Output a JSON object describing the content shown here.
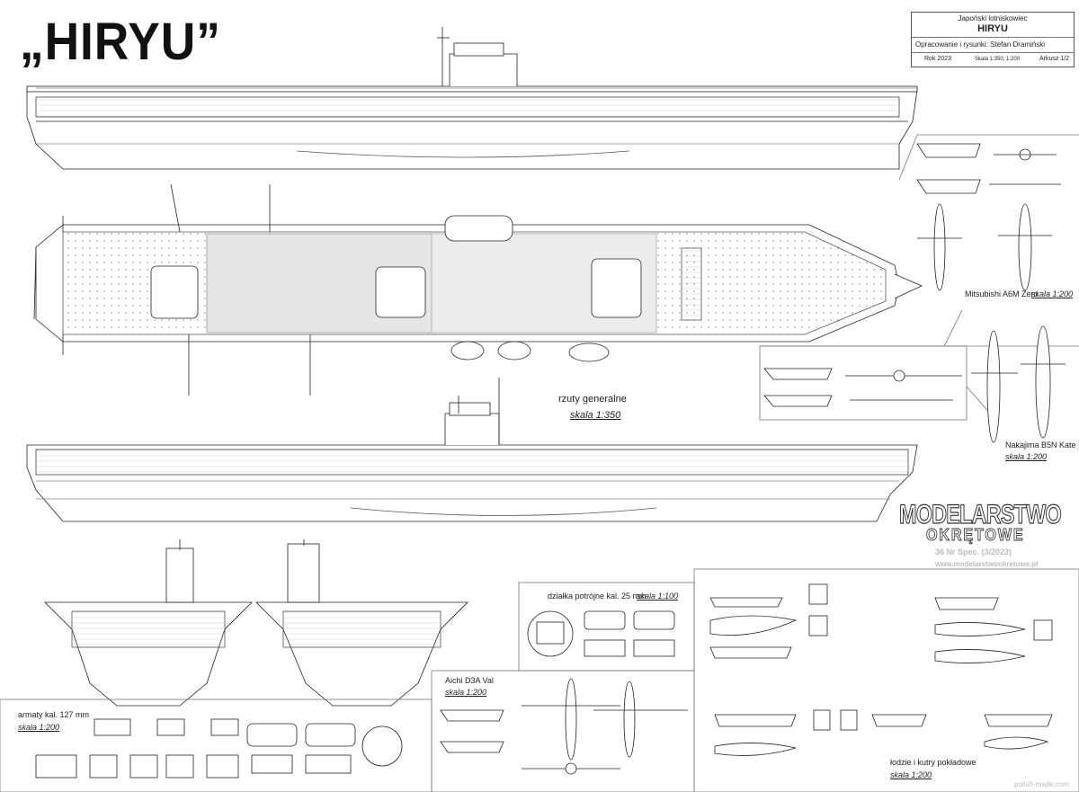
{
  "title": "„HIRYU”",
  "title_block": {
    "subtitle": "Japoński lotniskowiec",
    "ship": "HIRYU",
    "author": "Opracowanie i rysunki: Stefan Dramiński",
    "year": "Rok 2023",
    "scales": "Skala 1:350, 1:200",
    "sheet": "Arkusz 1/2"
  },
  "general": {
    "label": "rzuty generalne",
    "scale": "skala 1:350"
  },
  "zero": {
    "name": "Mitsubishi A6M Zero",
    "scale": "skala 1:200"
  },
  "kate": {
    "name": "Nakajima B5N Kate",
    "scale": "skala 1:200"
  },
  "val": {
    "name": "Aichi D3A Val",
    "scale": "skala 1:200"
  },
  "aa_guns": {
    "name": "działka potrójne kal. 25 mm",
    "scale": "skala 1:100"
  },
  "guns127": {
    "name": "armaty kal. 127 mm",
    "scale": "skala 1:200"
  },
  "boats": {
    "name": "łodzie i kutry pokładowe",
    "scale": "skala 1:200"
  },
  "logo": {
    "line1": "MODELARSTWO",
    "line2": "OKRĘTOWE",
    "issue": "36 Nr Spec. (3/2023)",
    "url": "www.modelarstwookretowe.pl"
  },
  "watermark": "polish-made.com",
  "colors": {
    "line": "#222222",
    "hatch": "#e3e3e3",
    "box": "#777777"
  }
}
